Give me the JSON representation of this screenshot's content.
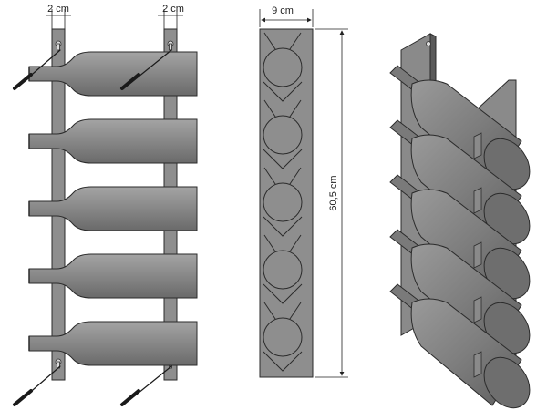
{
  "dimensions": {
    "left_bar_width": "2 cm",
    "right_bar_width": "2 cm",
    "side_depth": "9 cm",
    "side_height": "60,5 cm"
  },
  "colors": {
    "metal_fill": "#8e8e8e",
    "metal_dark": "#5a5a5a",
    "bottle_fill": "#8a8a8a",
    "bottle_dark": "#555555",
    "outline": "#2b2b2b",
    "screw": "#1a1a1a"
  },
  "rack": {
    "bottle_count": 5
  }
}
